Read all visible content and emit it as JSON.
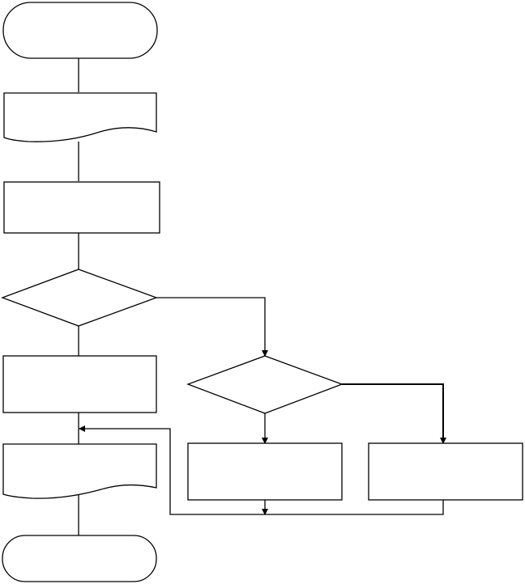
{
  "diagram": {
    "colors": {
      "stroke": "#000000",
      "fill": "#ffffff"
    },
    "nodes": [
      {
        "id": "start",
        "shape": "terminator",
        "text": ""
      },
      {
        "id": "doc-1",
        "shape": "document",
        "text": ""
      },
      {
        "id": "process-1",
        "shape": "process",
        "text": ""
      },
      {
        "id": "decision-1",
        "shape": "decision",
        "text": ""
      },
      {
        "id": "process-2",
        "shape": "process",
        "text": ""
      },
      {
        "id": "doc-2",
        "shape": "document",
        "text": ""
      },
      {
        "id": "end",
        "shape": "terminator",
        "text": ""
      },
      {
        "id": "decision-2",
        "shape": "decision",
        "text": ""
      },
      {
        "id": "process-3",
        "shape": "process",
        "text": ""
      },
      {
        "id": "process-4",
        "shape": "process",
        "text": ""
      }
    ],
    "edges": [
      {
        "from": "start",
        "to": "doc-1",
        "label": ""
      },
      {
        "from": "doc-1",
        "to": "process-1",
        "label": ""
      },
      {
        "from": "process-1",
        "to": "decision-1",
        "label": ""
      },
      {
        "from": "decision-1",
        "to": "process-2",
        "label": ""
      },
      {
        "from": "decision-1",
        "to": "decision-2",
        "label": ""
      },
      {
        "from": "process-2",
        "to": "doc-2",
        "label": ""
      },
      {
        "from": "doc-2",
        "to": "end",
        "label": ""
      },
      {
        "from": "decision-2",
        "to": "process-3",
        "label": ""
      },
      {
        "from": "decision-2",
        "to": "process-4",
        "label": ""
      },
      {
        "from": "process-3",
        "to": "doc-2",
        "label": ""
      },
      {
        "from": "process-4",
        "to": "doc-2",
        "label": ""
      }
    ]
  }
}
